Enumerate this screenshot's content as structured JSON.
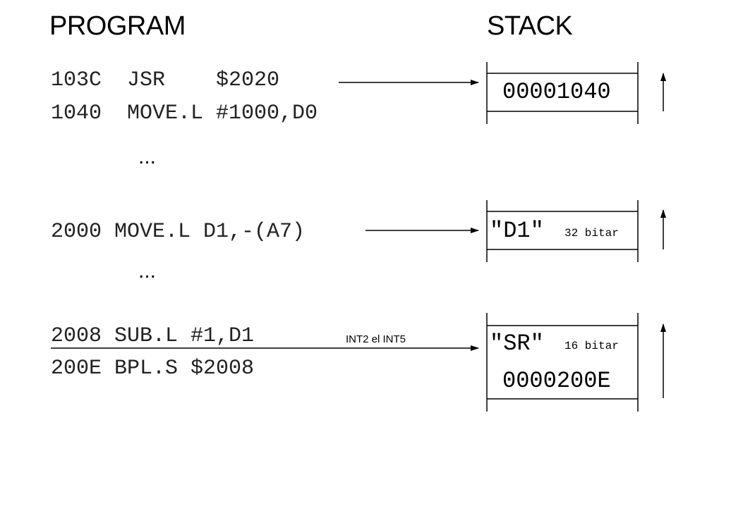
{
  "headings": {
    "program": "PROGRAM",
    "stack": "STACK"
  },
  "program": {
    "lines": [
      "103C  JSR    $2020",
      "1040  MOVE.L #1000,D0",
      "2000 MOVE.L D1,-(A7)",
      "2008 SUB.L #1,D1",
      "200E BPL.S $2008"
    ],
    "ellipsis": "..."
  },
  "interrupt_label": "INT2 el INT5",
  "stack": {
    "frame1": {
      "value": "00001040"
    },
    "frame2": {
      "name": "\"D1\"",
      "size": "32 bitar"
    },
    "frame3": {
      "name": "\"SR\"",
      "size": "16 bitar",
      "value": "0000200E"
    }
  },
  "colors": {
    "ink": "#000000",
    "code_ink": "#222222",
    "background": "#ffffff"
  },
  "icons": [
    "arrow-right-icon",
    "arrow-up-icon"
  ]
}
